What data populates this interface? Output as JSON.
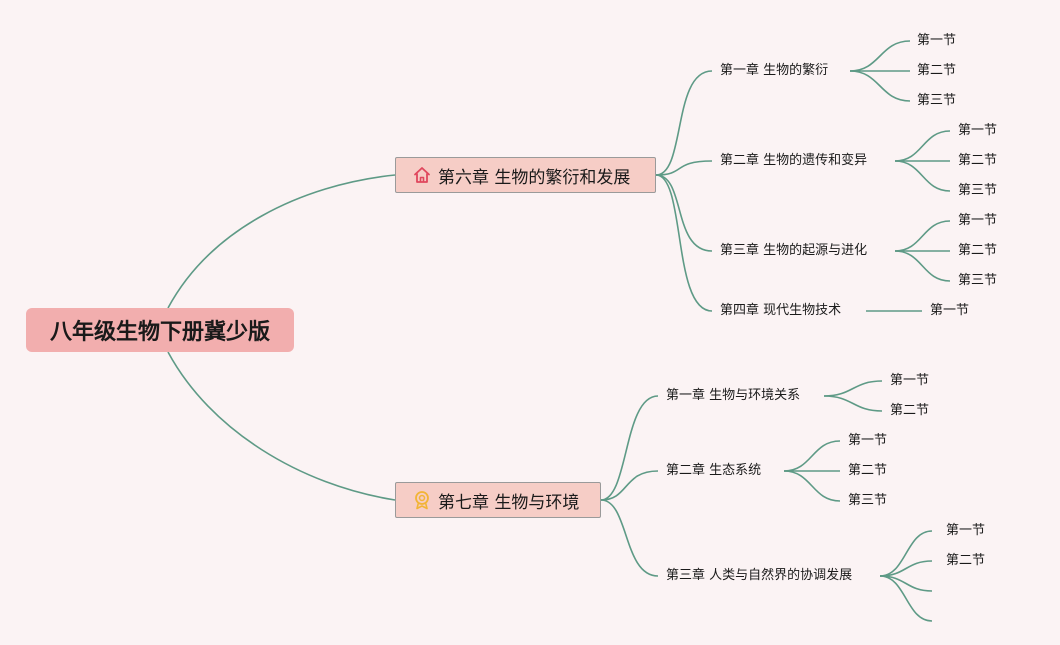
{
  "colors": {
    "background": "#fbf3f4",
    "line": "#5e9a86",
    "root_fill": "#f2aeae",
    "chapter_fill": "#f6cdc6",
    "home_icon": "#e0475d",
    "badge_icon": "#f2b437"
  },
  "root": {
    "label": "八年级生物下册冀少版"
  },
  "chapters": [
    {
      "label": "第六章 生物的繁衍和发展",
      "icon": "home-icon",
      "sections": [
        {
          "label": "第一章 生物的繁衍",
          "items": [
            "第一节",
            "第二节",
            "第三节"
          ]
        },
        {
          "label": "第二章 生物的遗传和变异",
          "items": [
            "第一节",
            "第二节",
            "第三节"
          ]
        },
        {
          "label": "第三章 生物的起源与进化",
          "items": [
            "第一节",
            "第二节",
            "第三节"
          ]
        },
        {
          "label": "第四章 现代生物技术",
          "items": [
            "第一节"
          ]
        }
      ]
    },
    {
      "label": "第七章 生物与环境",
      "icon": "award-badge-icon",
      "sections": [
        {
          "label": "第一章 生物与环境关系",
          "items": [
            "第一节",
            "第二节"
          ]
        },
        {
          "label": "第二章 生态系统",
          "items": [
            "第一节",
            "第二节",
            "第三节"
          ]
        },
        {
          "label": "第三章 人类与自然界的协调发展",
          "items": [
            "第一节",
            "第二节",
            "",
            ""
          ]
        }
      ]
    }
  ]
}
